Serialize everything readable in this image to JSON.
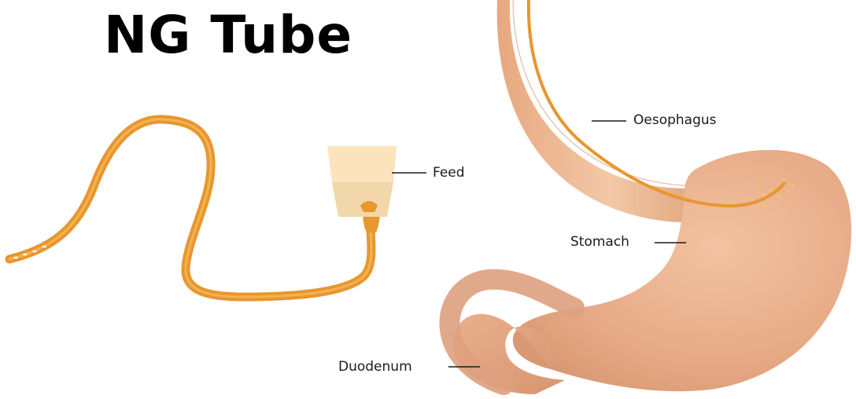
{
  "title": "NG Tube",
  "labels": {
    "oesophagus": "Oesophagus",
    "feed": "Feed",
    "stomach": "Stomach",
    "duodenum": "Duodenum"
  },
  "colors": {
    "tube": "#e8962e",
    "tube_dark": "#d07a18",
    "feed_cap": "#fbe3bd",
    "feed_body": "#f2d7aa",
    "stomach": "#e5a884",
    "stomach_light": "#f0c0a0",
    "oesophagus": "#e8b08c"
  }
}
